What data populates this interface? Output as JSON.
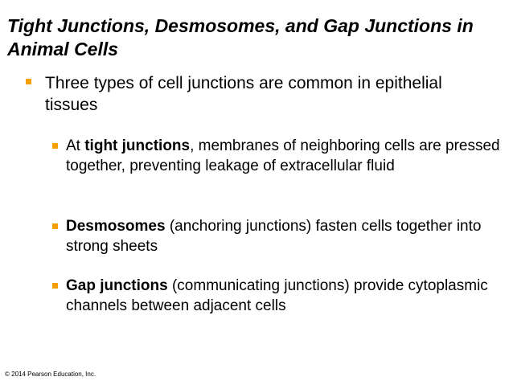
{
  "slide": {
    "title": "Tight Junctions, Desmosomes, and Gap Junctions in Animal Cells",
    "bullet_main": "Three types of cell junctions are common in epithelial tissues",
    "sub_bullets": [
      {
        "prefix": "At ",
        "bold": "tight junctions",
        "rest": ", membranes of neighboring cells are pressed together, preventing leakage of extracellular fluid"
      },
      {
        "prefix": "",
        "bold": "Desmosomes",
        "rest": " (anchoring junctions) fasten cells together into strong sheets"
      },
      {
        "prefix": "",
        "bold": "Gap junctions",
        "rest": " (communicating junctions) provide cytoplasmic channels between adjacent cells"
      }
    ],
    "footer": "© 2014 Pearson Education, Inc."
  },
  "colors": {
    "bullet": "#f5a000",
    "text": "#000000",
    "background": "#ffffff"
  },
  "icons": {
    "bullet_marker": "square-bullet-icon"
  }
}
